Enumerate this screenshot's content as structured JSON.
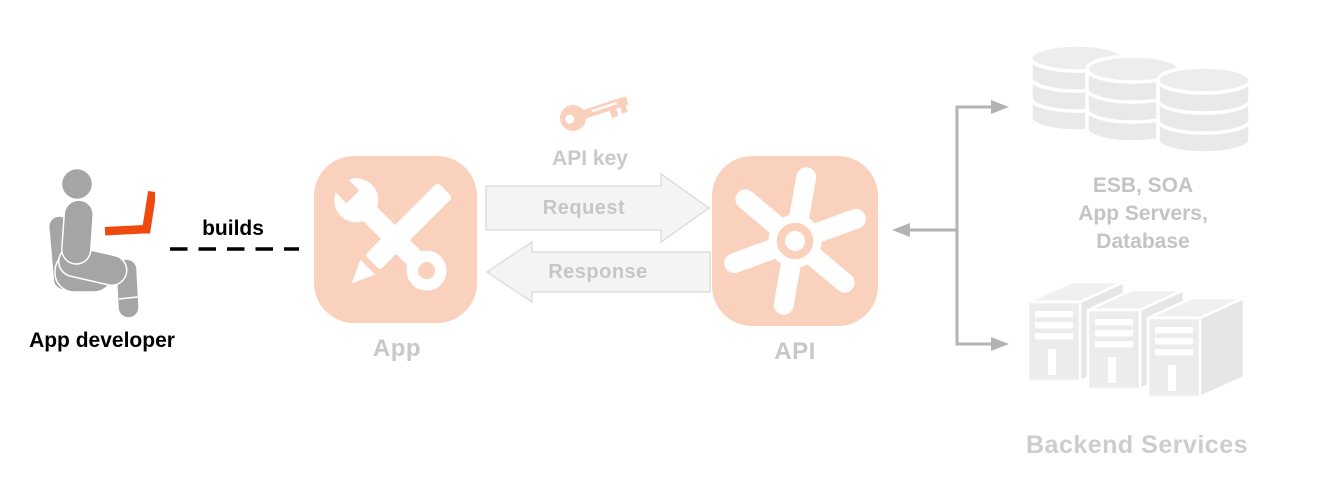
{
  "actor": {
    "label": "App developer",
    "relation_label": "builds",
    "icon": "seated-developer-laptop-icon"
  },
  "app_node": {
    "label": "App",
    "icon": "wrench-and-pencil-icon"
  },
  "api_node": {
    "label": "API",
    "icon": "api-pinwheel-gear-icon"
  },
  "api_key": {
    "label": "API key",
    "icon": "key-icon"
  },
  "flow": {
    "request_label": "Request",
    "response_label": "Response"
  },
  "backend": {
    "datastores_label_lines": [
      "ESB, SOA",
      "App Servers,",
      "Database"
    ],
    "datastores_icon": "database-stack-icon",
    "services_label": "Backend Services",
    "services_icon": "server-stack-icon",
    "connector_icon": "branching-arrows-icon"
  },
  "colors": {
    "accent_salmon": "#fad1bd",
    "icon_glyph_white": "#ffffff",
    "laptop_orange": "#ef4a0e",
    "figure_gray": "#a5a5a5",
    "muted_graphic_gray": "#e9e9e9",
    "muted_text_gray": "#c6c6c6",
    "connector_gray": "#b3b3b3",
    "arrow_fill": "#f4f4f4",
    "arrow_border": "#dedede",
    "label_black": "#000000"
  }
}
